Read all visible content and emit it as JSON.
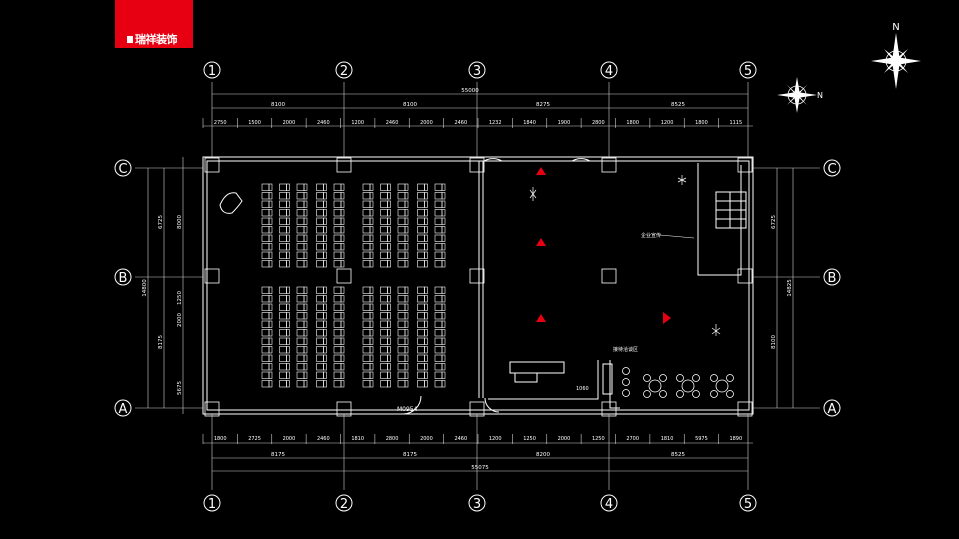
{
  "brand": {
    "name": "瑞祥装饰",
    "color": "#e60012"
  },
  "compass": {
    "north_label": "N"
  },
  "grid": {
    "columns": [
      "1",
      "2",
      "3",
      "4",
      "5"
    ],
    "rows": [
      "C",
      "B",
      "A"
    ]
  },
  "dimensions": {
    "top_total": "55000",
    "top_spans": [
      "8100",
      "8100",
      "8275",
      "8525"
    ],
    "top_detail": [
      "2750",
      "1500",
      "2000",
      "2460",
      "1200",
      "2460",
      "2000",
      "2460",
      "1232",
      "1840",
      "1900",
      "2800",
      "1800",
      "1200",
      "1800",
      "1115"
    ],
    "bottom_detail": [
      "1800",
      "2725",
      "2000",
      "2460",
      "1810",
      "2800",
      "2000",
      "2460",
      "1200",
      "1250",
      "2000",
      "1250",
      "2700",
      "1810",
      "5975",
      "1890"
    ],
    "bottom_spans": [
      "8175",
      "8175",
      "8200",
      "8525"
    ],
    "bottom_total": "55075",
    "left_outer": "14800",
    "left_inner": [
      "6725",
      "8175"
    ],
    "left_detail": [
      "8000",
      "1250",
      "2000",
      "5675"
    ],
    "right_outer": "14825",
    "right_inner": [
      "6725",
      "8100"
    ]
  },
  "annotations": {
    "door": "M0954",
    "label_mid": "企业宣传",
    "label_reception": "接待洽谈区",
    "label_depth": "1060"
  },
  "colors": {
    "arrow_red": "#e60012",
    "line": "#ffffff",
    "dim": "#cfcfcf"
  }
}
